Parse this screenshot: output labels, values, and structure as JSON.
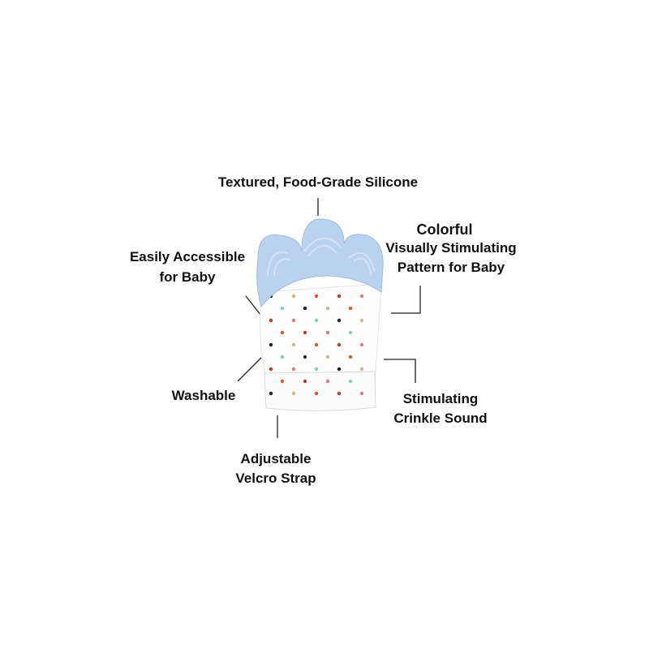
{
  "labels": {
    "silicone": "Textured, Food-Grade Silicone",
    "colorful_title": "Colorful",
    "colorful_line1": "Visually Stimulating",
    "colorful_line2": "Pattern for Baby",
    "accessible_line1": "Easily Accessible",
    "accessible_line2": "for Baby",
    "washable": "Washable",
    "crinkle_line1": "Stimulating",
    "crinkle_line2": "Crinkle Sound",
    "strap_line1": "Adjustable",
    "strap_line2": "Velcro Strap"
  },
  "colors": {
    "silicone": "#b9d2ee",
    "fabric": "#fdfdfd",
    "dots": [
      "#c0392b",
      "#e07a7a",
      "#7fcfc0",
      "#1d1d3a",
      "#d8b38a",
      "#d85a2a"
    ]
  }
}
